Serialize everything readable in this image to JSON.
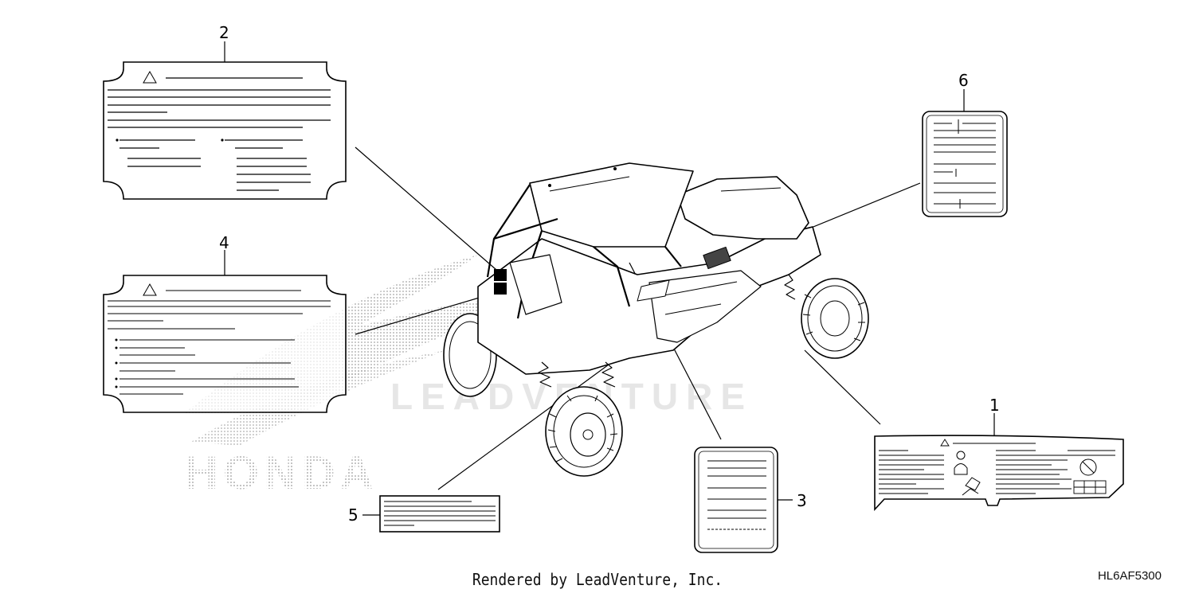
{
  "callouts": [
    {
      "number": "1"
    },
    {
      "number": "2"
    },
    {
      "number": "3"
    },
    {
      "number": "4"
    },
    {
      "number": "5"
    },
    {
      "number": "6"
    }
  ],
  "logo_text": "HONDA",
  "watermark_text": "LEADVENTURE",
  "footer": {
    "credit": "Rendered by LeadVenture, Inc.",
    "diagram_code": "HL6AF5300"
  }
}
